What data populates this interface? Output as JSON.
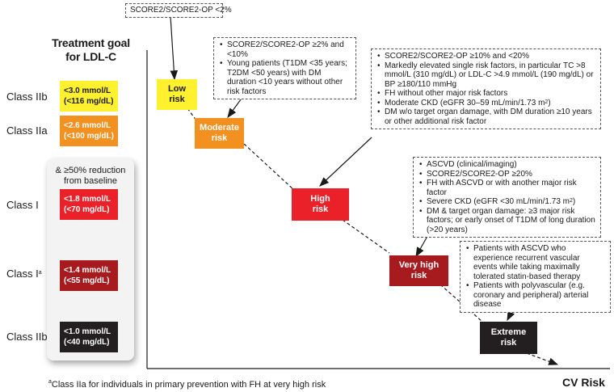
{
  "goal_column": {
    "title_line1": "Treatment goal",
    "title_line2": "for LDL-C",
    "reduction_line1": "& ≥50% reduction",
    "reduction_line2": "from baseline",
    "rows": [
      {
        "class": "Class IIb",
        "line1": "<3.0 mmol/L",
        "line2": "(<116 mg/dL)",
        "color": "#fff12e"
      },
      {
        "class": "Class IIa",
        "line1": "<2.6 mmol/L",
        "line2": "(<100 mg/dL)",
        "color": "#f29020"
      },
      {
        "class": "Class I",
        "line1": "<1.8 mmol/L",
        "line2": "(<70 mg/dL)",
        "color": "#ea2129"
      },
      {
        "class": "Class I",
        "class_sup": "a",
        "line1": "<1.4 mmol/L",
        "line2": "(<55 mg/dL)",
        "color": "#a71b1f"
      },
      {
        "class": "Class IIb",
        "line1": "<1.0 mmol/L",
        "line2": "(<40 mg/dL)",
        "color": "#231f20"
      }
    ]
  },
  "risk_levels": [
    {
      "line1": "Low",
      "line2": "risk",
      "color": "#fff12e",
      "text_color": "#1a1a1a"
    },
    {
      "line1": "Moderate",
      "line2": "risk",
      "color": "#f29020",
      "text_color": "#ffffff"
    },
    {
      "line1": "High",
      "line2": "risk",
      "color": "#ea2129",
      "text_color": "#ffffff"
    },
    {
      "line1": "Very high",
      "line2": "risk",
      "color": "#a71b1f",
      "text_color": "#ffffff"
    },
    {
      "line1": "Extreme",
      "line2": "risk",
      "color": "#231f20",
      "text_color": "#ffffff"
    }
  ],
  "criteria": {
    "low": "SCORE2/SCORE2-OP <2%",
    "moderate": [
      "SCORE2/SCORE2-OP ≥2% and <10%",
      "Young patients (T1DM <35 years; T2DM <50 years) with DM duration <10 years without other risk factors"
    ],
    "high": [
      "SCORE2/SCORE2-OP ≥10% and <20%",
      "Markedly elevated single risk factors, in particular TC >8 mmol/L (310 mg/dL) or LDL-C >4.9 mmol/L (190 mg/dL) or BP ≥180/110 mmHg",
      "FH without other major risk factors",
      "Moderate CKD (eGFR 30–59 mL/min/1.73 m",
      "DM w/o target organ damage, with DM duration ≥10 years or other additional risk factor"
    ],
    "high_sup": "2",
    "high_close": ")",
    "very_high": [
      "ASCVD (clinical/imaging)",
      "SCORE2/SCORE2-OP ≥20%",
      "FH with ASCVD or with another major risk factor",
      "Severe CKD (eGFR <30 mL/min/1.73 m",
      "DM & target organ damage: ≥3 major risk factors; or early onset of T1DM of long duration (>20 years)"
    ],
    "very_high_sup": "2",
    "very_high_close": ")",
    "extreme": [
      "Patients with ASCVD who experience recurrent vascular events while taking maximally tolerated statin-based therapy",
      "Patients with polyvascular (e.g. coronary and peripheral) arterial disease"
    ]
  },
  "axis_label": "CV Risk",
  "footnote_sup": "a",
  "footnote_text": "Class IIa for individuals in primary prevention with FH at very high risk"
}
